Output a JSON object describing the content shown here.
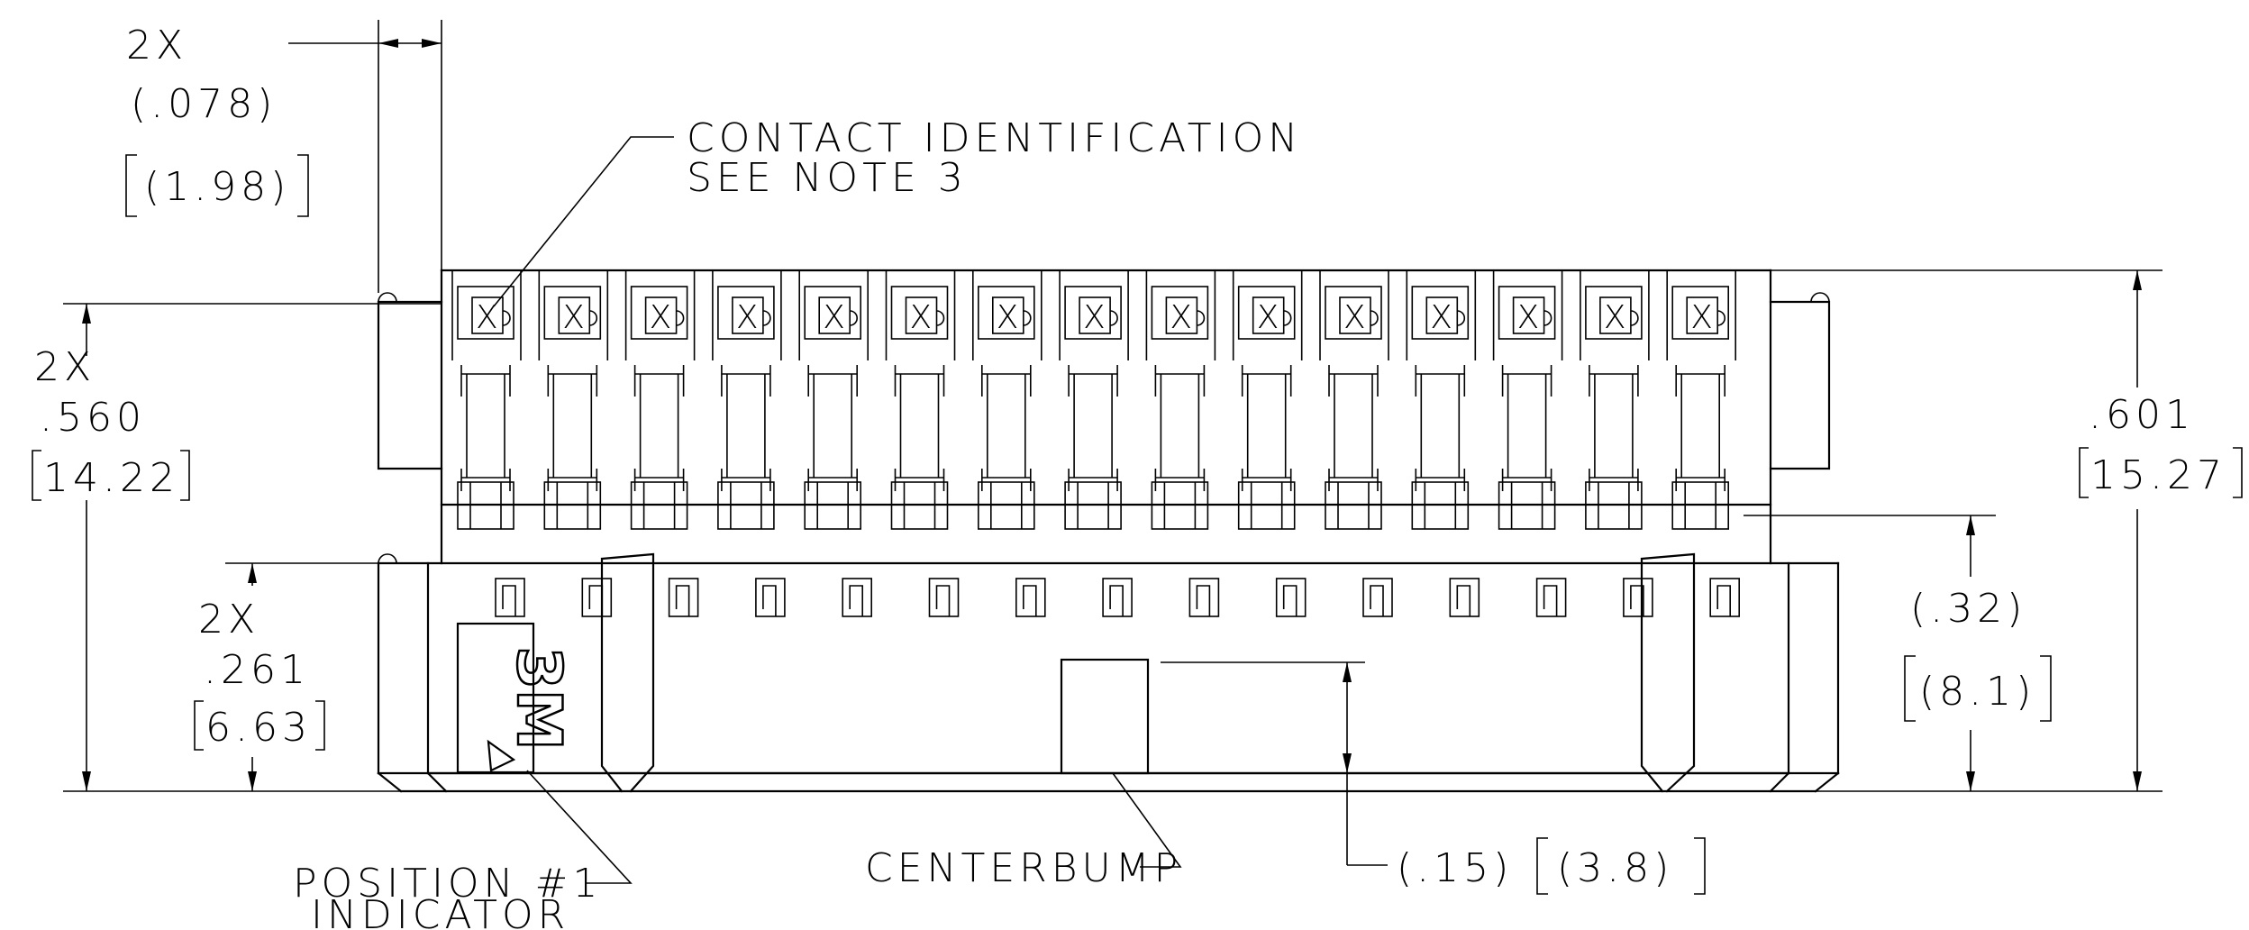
{
  "callouts": {
    "contact_id_line1": "CONTACT IDENTIFICATION",
    "contact_id_line2": "SEE NOTE 3",
    "position_line1": "POSITION #1",
    "position_line2": "INDICATOR",
    "centerbump": "CENTERBUMP",
    "logo": "3M"
  },
  "dimensions": {
    "pitch_qty": "2X",
    "pitch_in": "(.078)",
    "pitch_mm": "(1.98)",
    "height_qty": "2X",
    "height_in": ".560",
    "height_mm": "14.22",
    "lower_qty": "2X",
    "lower_in": ".261",
    "lower_mm": "6.63",
    "overall_in": ".601",
    "overall_mm": "15.27",
    "mid_in": "(.32)",
    "mid_mm": "(8.1)",
    "bump_in": "(.15)",
    "bump_mm": "(3.8)"
  },
  "contact_count": 15,
  "contact_mark": "X"
}
